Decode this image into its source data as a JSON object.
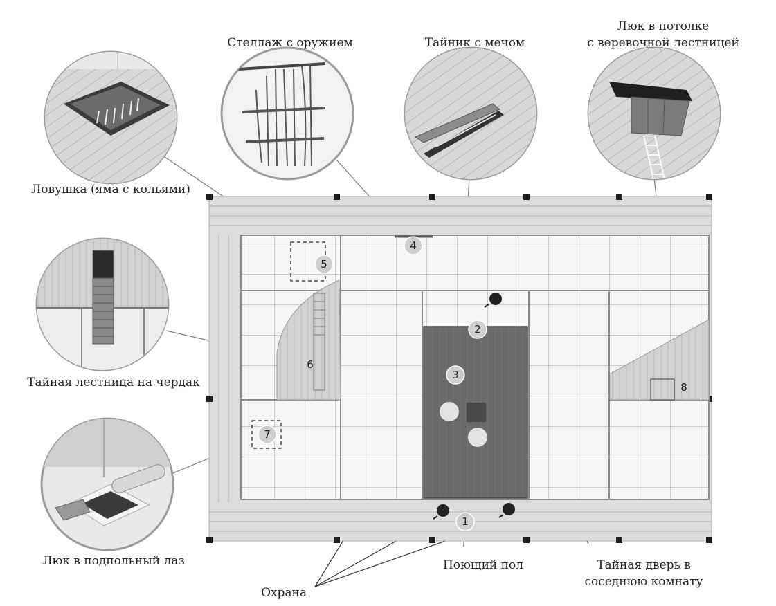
{
  "labels": {
    "weapons_rack": "Стеллаж с оружием",
    "sword_cache": "Тайник с мечом",
    "ceiling_hatch_1": "Люк в потолке",
    "ceiling_hatch_2": "с веревочной лестницей",
    "trap": "Ловушка (яма с кольями)",
    "secret_stairs": "Тайная лестница на чердак",
    "floor_hatch": "Люк в подпольный лаз",
    "singing_floor": "Поющий пол",
    "secret_door_1": "Тайная дверь в",
    "secret_door_2": "соседнюю комнату",
    "guards": "Охрана"
  },
  "markers": [
    "1",
    "2",
    "3",
    "4",
    "5",
    "6",
    "7",
    "8"
  ],
  "colors": {
    "dark_floor": "#5e5e5e",
    "square": "#474747",
    "circle": "#e3e3e3"
  }
}
